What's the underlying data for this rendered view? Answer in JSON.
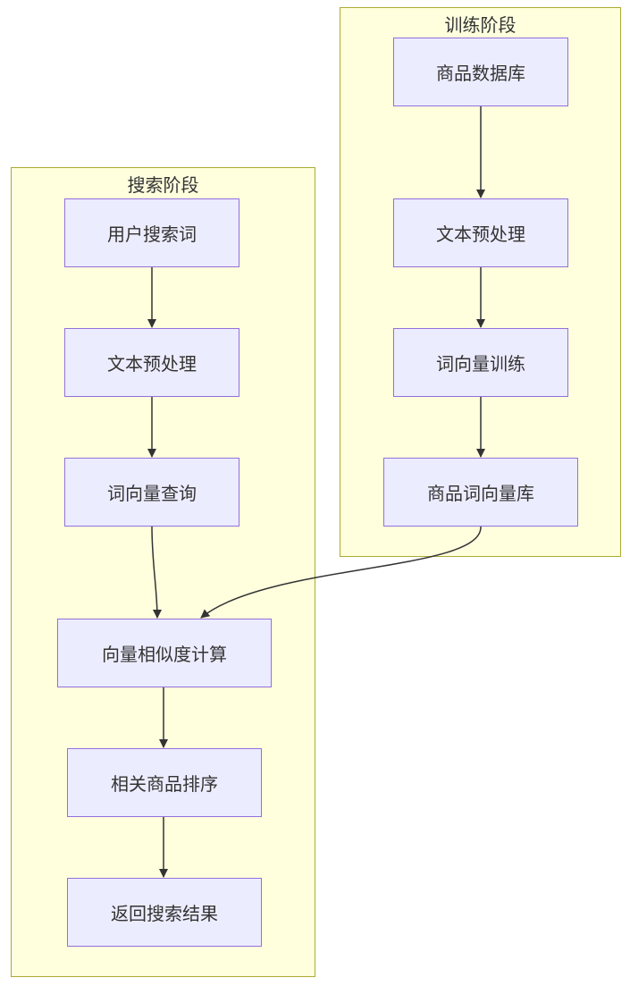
{
  "groups": {
    "search": {
      "title": "搜索阶段",
      "nodes": {
        "user_query": "用户搜索词",
        "preprocess": "文本预处理",
        "vector_lookup": "词向量查询",
        "similarity": "向量相似度计算",
        "ranking": "相关商品排序",
        "results": "返回搜索结果"
      }
    },
    "training": {
      "title": "训练阶段",
      "nodes": {
        "product_db": "商品数据库",
        "preprocess": "文本预处理",
        "vector_training": "词向量训练",
        "vector_library": "商品词向量库"
      }
    }
  },
  "colors": {
    "group_fill": "#ffffde",
    "group_border": "#aaaa33",
    "node_fill": "#ececff",
    "node_border": "#9370db",
    "edge": "#333333",
    "text": "#333333"
  }
}
